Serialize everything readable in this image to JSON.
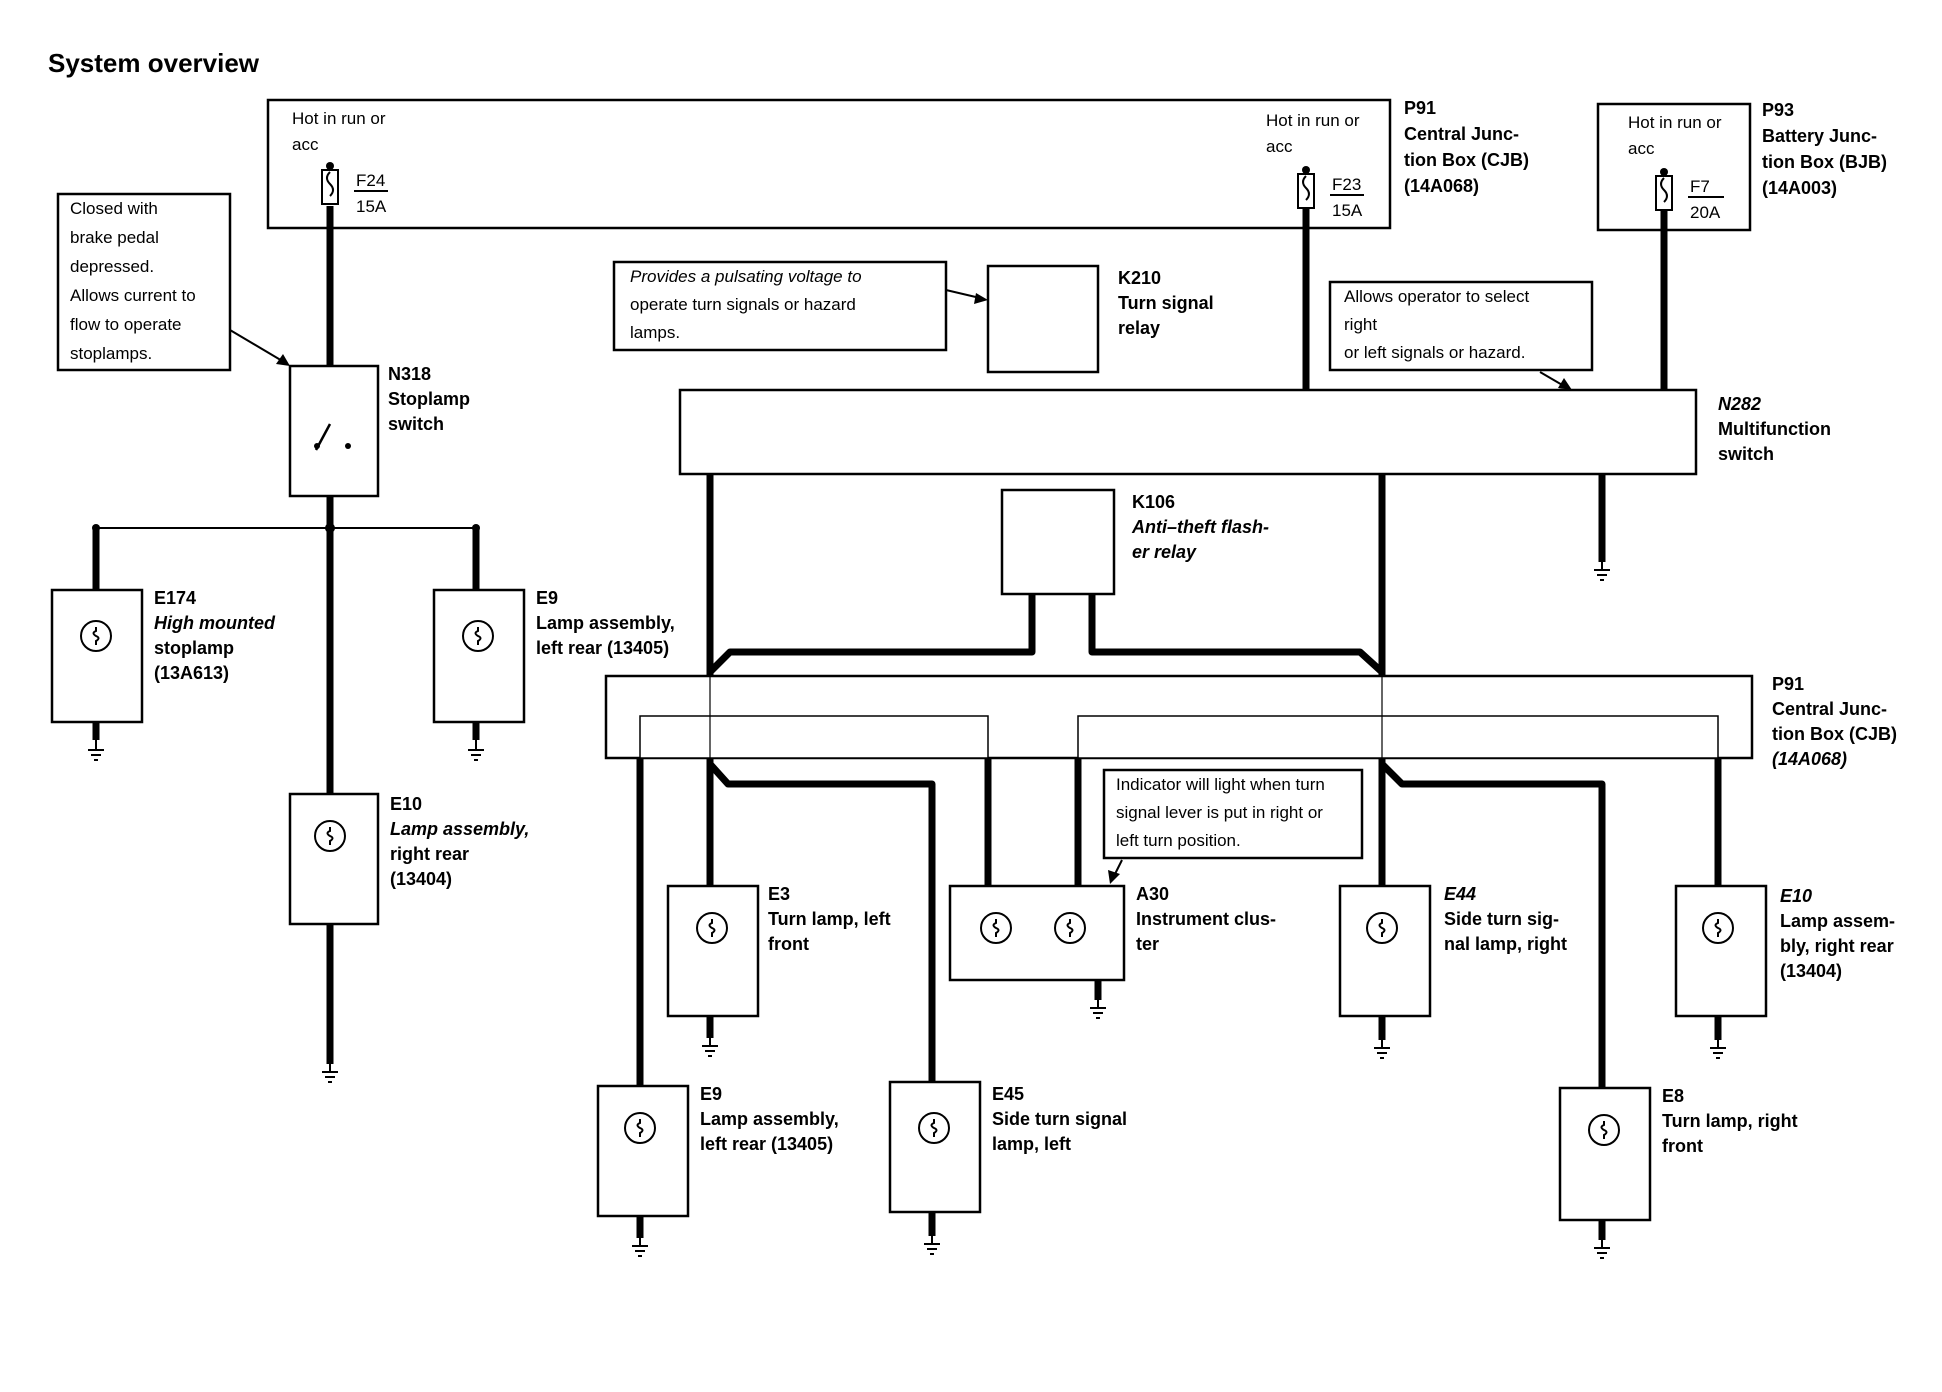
{
  "title": "System overview",
  "junction_boxes": {
    "cjb_top": {
      "left_supply": [
        "Hot in run or",
        "acc"
      ],
      "left_fuse": {
        "id": "F24",
        "rating": "15A"
      },
      "right_supply": [
        "Hot in run or",
        "acc"
      ],
      "right_fuse": {
        "id": "F23",
        "rating": "15A"
      },
      "label": [
        "P91",
        "Central Junc-",
        "tion Box (CJB)",
        "(14A068)"
      ]
    },
    "bjb": {
      "supply": [
        "Hot in run or",
        "acc"
      ],
      "fuse": {
        "id": "F7",
        "rating": "20A"
      },
      "label": [
        "P93",
        "Battery Junc-",
        "tion Box (BJB)",
        "(14A003)"
      ]
    },
    "cjb_bottom": {
      "label": [
        "P91",
        "Central Junc-",
        "tion Box (CJB)",
        "(14A068)"
      ]
    }
  },
  "notes": {
    "brake": [
      "Closed with",
      "brake pedal",
      "depressed.",
      "Allows current to",
      "flow to operate",
      "stoplamps."
    ],
    "relay": [
      "Provides a pulsating voltage to",
      "operate turn signals or hazard",
      "lamps."
    ],
    "multifunction": [
      "Allows operator to select",
      "right",
      "or left signals or hazard."
    ],
    "indicator": [
      "Indicator will light when turn",
      "signal lever is put in right or",
      "left turn position."
    ]
  },
  "components": {
    "n318": [
      "N318",
      "Stoplamp",
      "switch"
    ],
    "k210": [
      "K210",
      "Turn signal",
      "relay"
    ],
    "n282": [
      "N282",
      "Multifunction",
      "switch"
    ],
    "k106": [
      "K106",
      "Anti–theft flash-",
      "er relay"
    ],
    "e174": [
      "E174",
      "High mounted",
      "stoplamp",
      "(13A613)"
    ],
    "e9_upper": [
      "E9",
      "Lamp assembly,",
      "left rear (13405)"
    ],
    "e10_left": [
      "E10",
      "Lamp assembly,",
      "right rear",
      "(13404)"
    ],
    "e3": [
      "E3",
      "Turn lamp, left",
      "front"
    ],
    "a30": [
      "A30",
      "Instrument clus-",
      "ter"
    ],
    "e44": [
      "E44",
      "Side turn sig-",
      "nal lamp, right"
    ],
    "e10_right": [
      "E10",
      "Lamp assem-",
      "bly, right rear",
      "(13404)"
    ],
    "e9_lower": [
      "E9",
      "Lamp assembly,",
      "left rear (13405)"
    ],
    "e45": [
      "E45",
      "Side turn signal",
      "lamp, left"
    ],
    "e8": [
      "E8",
      "Turn lamp, right",
      "front"
    ]
  },
  "icons": {
    "lamp": "lamp-icon",
    "ground": "ground-icon",
    "fuse": "fuse-icon",
    "switch": "switch-icon"
  }
}
